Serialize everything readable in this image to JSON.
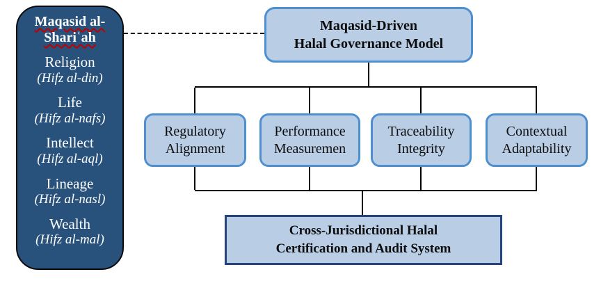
{
  "sidebar": {
    "title_line1": "Maqasid al-",
    "title_line2": "Shariʿah",
    "items": [
      {
        "name": "Religion",
        "arabic": "(Hifz al-din)"
      },
      {
        "name": "Life",
        "arabic": "(Hifz al-nafs)"
      },
      {
        "name": "Intellect",
        "arabic": "(Hifz al-aql)"
      },
      {
        "name": "Lineage",
        "arabic": "(Hifz al-nasl)"
      },
      {
        "name": "Wealth",
        "arabic": "(Hifz al-mal)"
      }
    ]
  },
  "diagram": {
    "root": {
      "line1": "Maqasid-Driven",
      "line2": "Halal Governance Model"
    },
    "pillars": [
      {
        "line1": "Regulatory",
        "line2": "Alignment"
      },
      {
        "line1": "Performance",
        "line2": "Measuremen"
      },
      {
        "line1": "Traceability",
        "line2": "Integrity"
      },
      {
        "line1": "Contextual",
        "line2": "Adaptability"
      }
    ],
    "bottom": {
      "line1": "Cross-Jurisdictional Halal",
      "line2": "Certification and Audit System"
    }
  },
  "colors": {
    "sidebar_fill": "#28527B",
    "box_fill": "#B9CDE5",
    "box_border": "#4E90CF",
    "bottom_border": "#23447C",
    "connector": "#000000",
    "underline": "#C00000"
  }
}
